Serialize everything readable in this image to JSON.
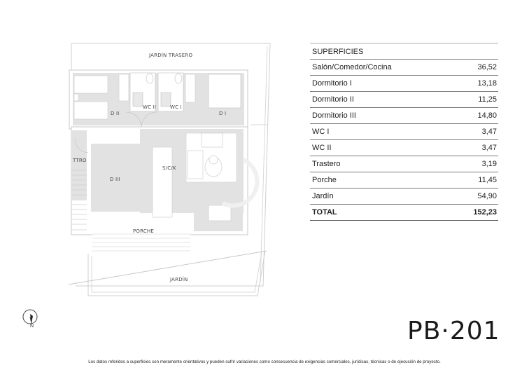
{
  "plan": {
    "labels": {
      "jardin_trasero": "JARDÍN TRASERO",
      "d2": "D II",
      "wc2": "WC II",
      "wc1": "WC I",
      "d1": "D I",
      "ttro": "TTRO",
      "d3": "D III",
      "sck": "S/C/K",
      "porche": "PORCHE",
      "jardin": "JARDÍN"
    },
    "compass_label": "N"
  },
  "table": {
    "header": "SUPERFICIES",
    "rows": [
      {
        "label": "Salón/Comedor/Cocina",
        "value": "36,52"
      },
      {
        "label": "Dormitorio I",
        "value": "13,18"
      },
      {
        "label": "Dormitorio II",
        "value": "11,25"
      },
      {
        "label": "Dormitorio III",
        "value": "14,80"
      },
      {
        "label": "WC I",
        "value": "3,47"
      },
      {
        "label": "WC II",
        "value": "3,47"
      },
      {
        "label": "Trastero",
        "value": "3,19"
      },
      {
        "label": "Porche",
        "value": "11,45"
      },
      {
        "label": "Jardín",
        "value": "54,90"
      }
    ],
    "total": {
      "label": "TOTAL",
      "value": "152,23"
    }
  },
  "unit_code": "PB·201",
  "disclaimer": "Los datos referidos a superficies son meramente orientativos y pueden sufrir variaciones como consecuencia de exigencias comerciales, jurídicas, técnicas o de ejecución de proyecto."
}
